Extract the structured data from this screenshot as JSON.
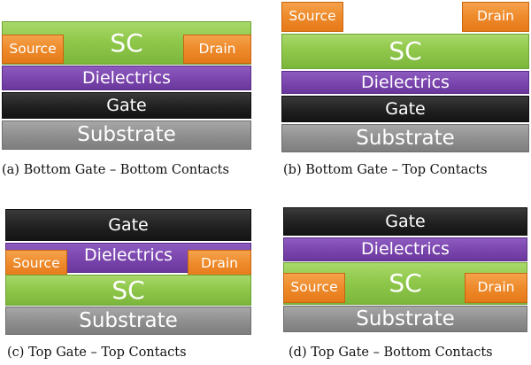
{
  "colors": {
    "semiconductor": "#8fc84a",
    "dielectrics": "#7a45ad",
    "gate": "#1f1f1f",
    "substrate": "#8e8e8e",
    "contacts": "#ee8a2a"
  },
  "panels": [
    {
      "caption": "(a) Bottom Gate – Bottom Contacts",
      "source": "Source",
      "drain": "Drain",
      "sc": "SC",
      "dielectrics": "Dielectrics",
      "gate": "Gate",
      "substrate": "Substrate"
    },
    {
      "caption": "(b) Bottom Gate – Top Contacts",
      "source": "Source",
      "drain": "Drain",
      "sc": "SC",
      "dielectrics": "Dielectrics",
      "gate": "Gate",
      "substrate": "Substrate"
    },
    {
      "caption": "(c) Top Gate – Top Contacts",
      "gate": "Gate",
      "dielectrics": "Dielectrics",
      "source": "Source",
      "drain": "Drain",
      "sc": "SC",
      "substrate": "Substrate"
    },
    {
      "caption": "(d) Top Gate – Bottom Contacts",
      "gate": "Gate",
      "dielectrics": "Dielectrics",
      "source": "Source",
      "drain": "Drain",
      "sc": "SC",
      "substrate": "Substrate"
    }
  ]
}
